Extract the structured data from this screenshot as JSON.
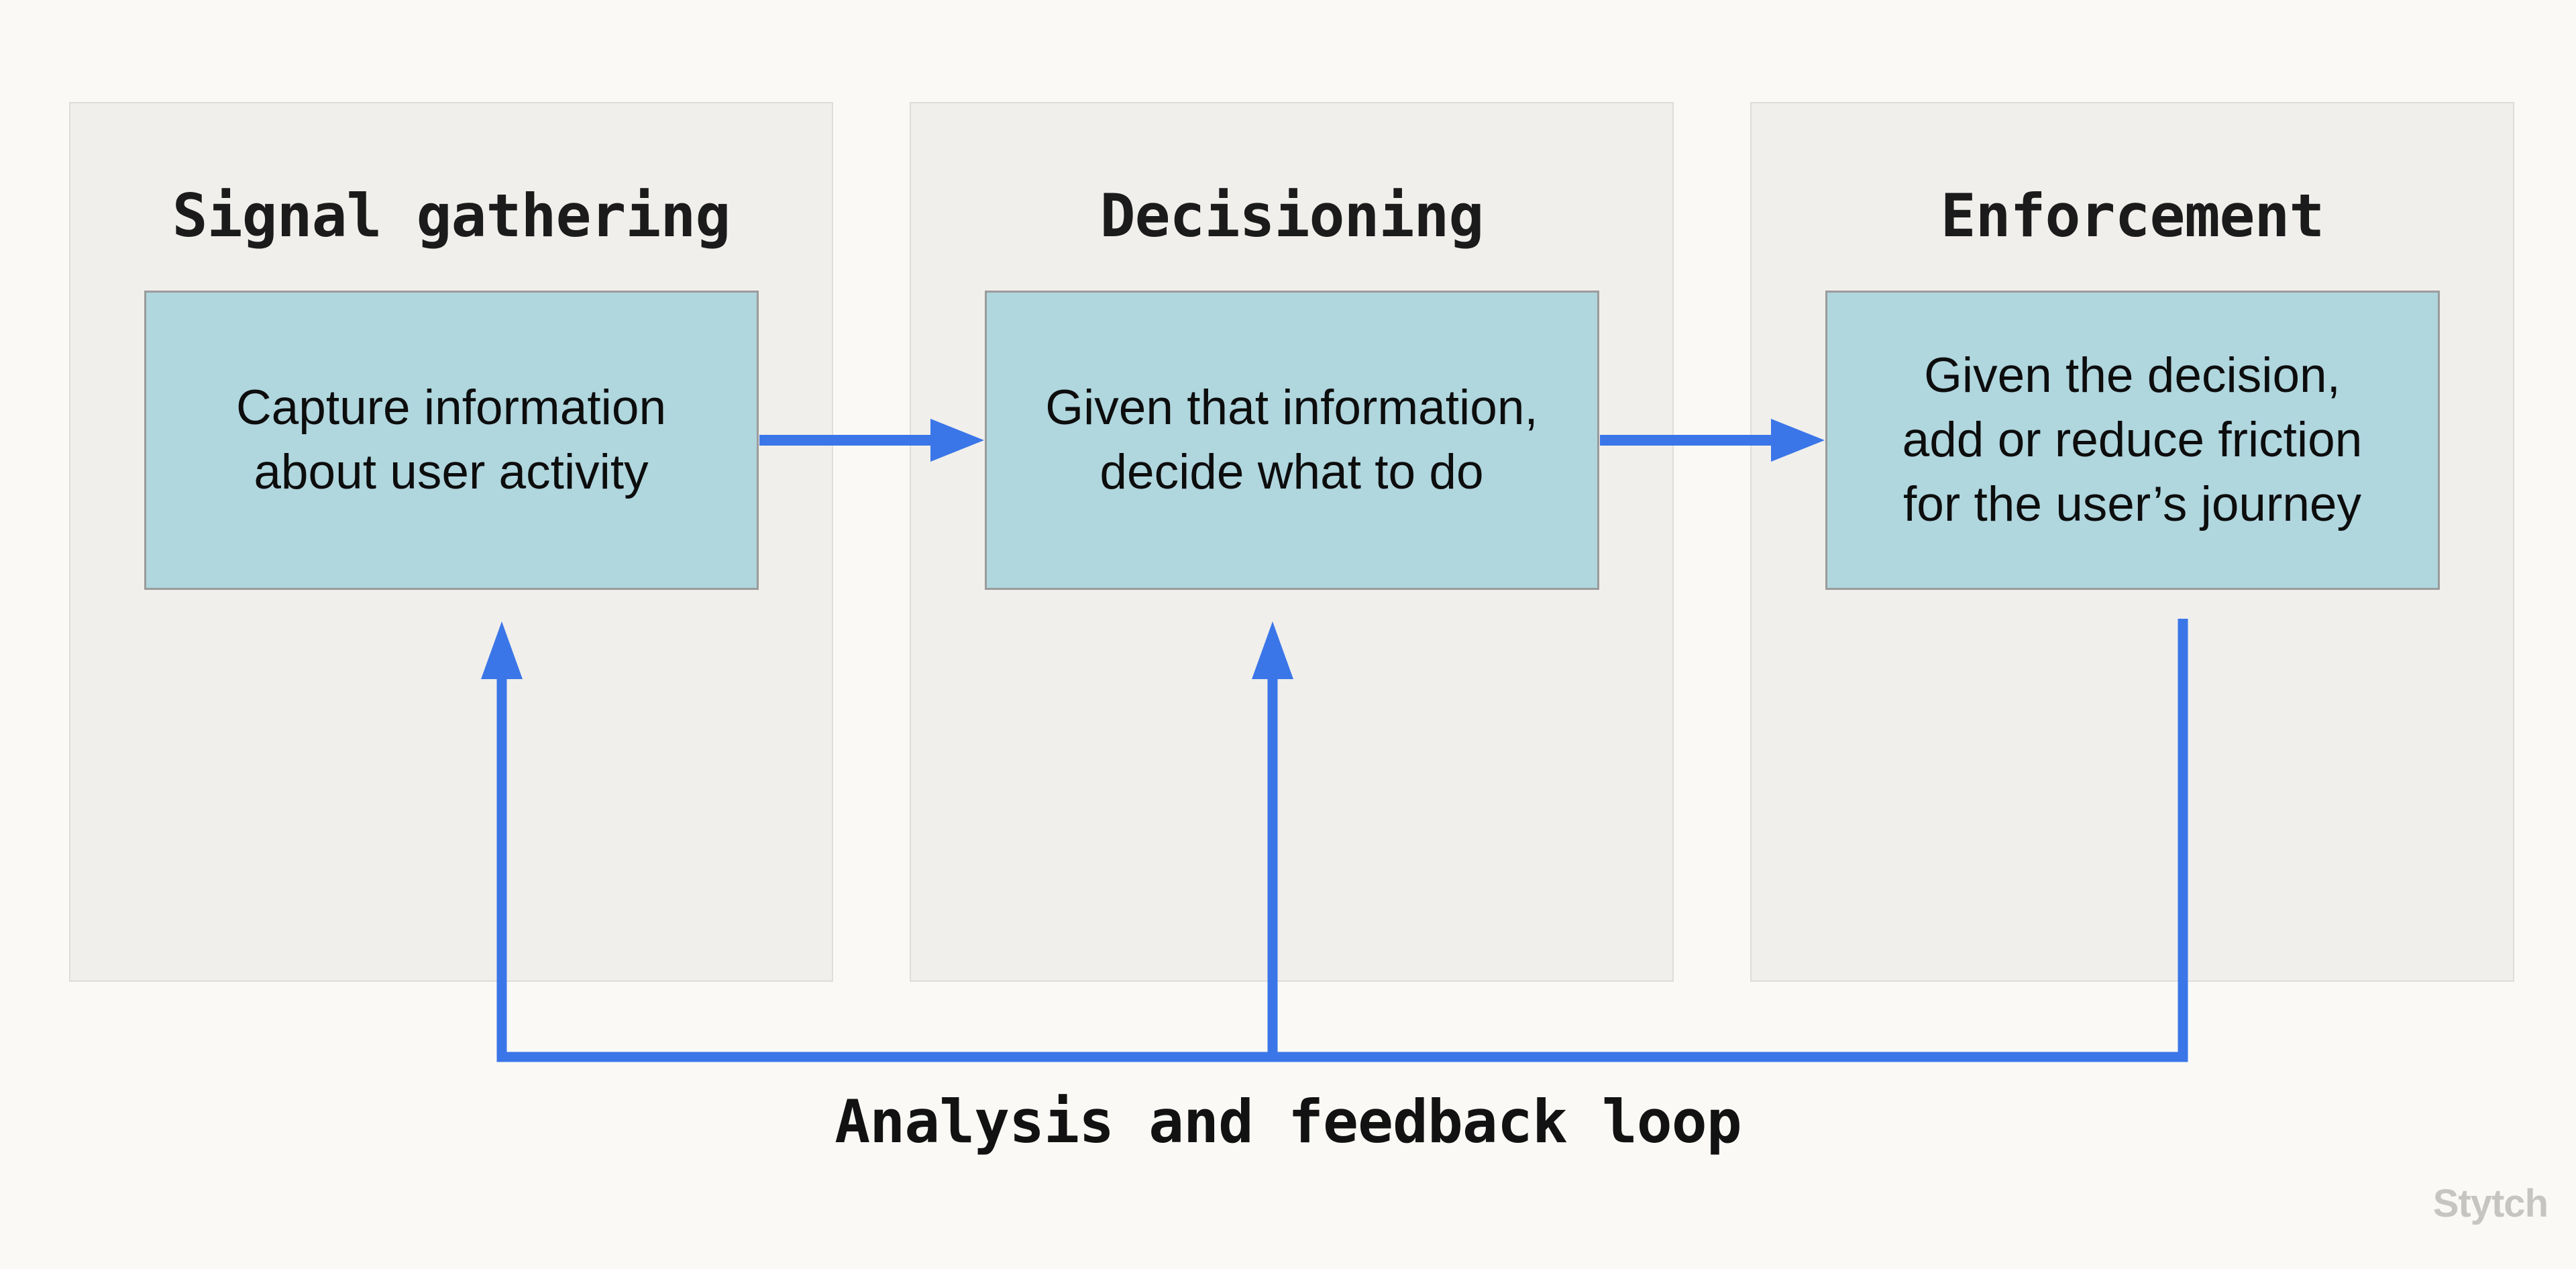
{
  "colors": {
    "bg": "#faf9f6",
    "panel-fill": "#f0efec",
    "panel-border": "#dfddda",
    "box-fill": "#b0d6de",
    "box-border": "#9b9b9b",
    "arrow": "#3b76e8",
    "title-color": "#1b1b1b",
    "watermark-color": "#c7c5c2"
  },
  "panels": [
    {
      "title": "Signal gathering",
      "box_lines": {
        "0": "Capture information",
        "1": "about user activity"
      }
    },
    {
      "title": "Decisioning",
      "box_lines": {
        "0": "Given that information,",
        "1": "decide what to do"
      }
    },
    {
      "title": "Enforcement",
      "box_lines": {
        "0": "Given the decision,",
        "1": "add or reduce friction",
        "2": "for the user’s journey"
      }
    }
  ],
  "feedback_label": "Analysis and feedback loop",
  "watermark": "Stytch"
}
